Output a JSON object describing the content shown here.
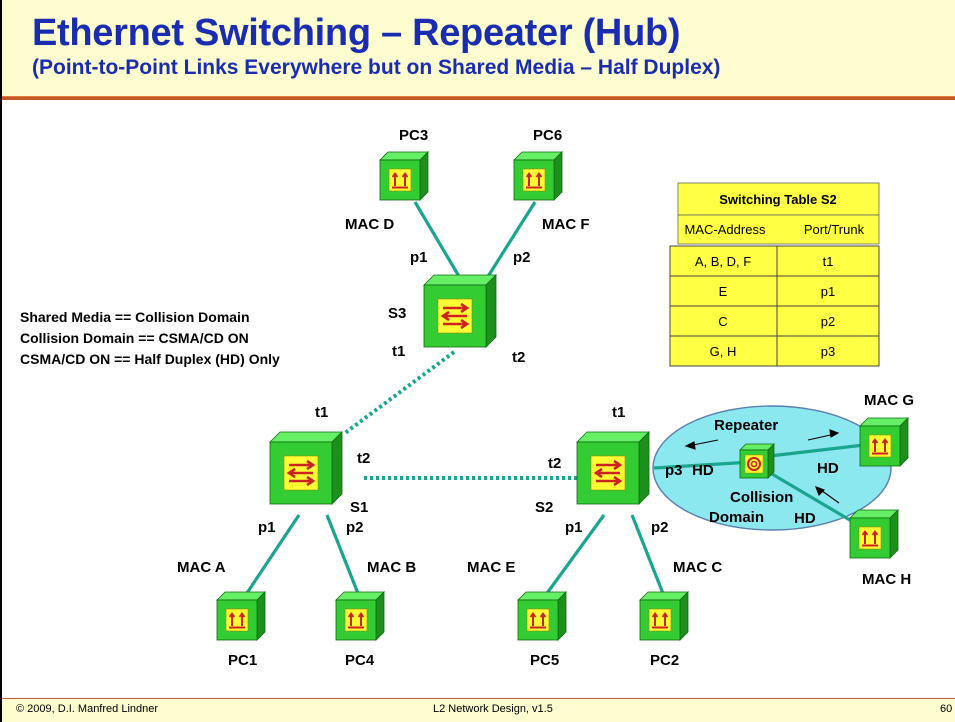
{
  "header": {
    "title": "Ethernet Switching – Repeater (Hub)",
    "subtitle": "(Point-to-Point Links Everywhere but on Shared Media – Half Duplex)"
  },
  "notes": [
    "Shared Media == Collision Domain",
    "Collision Domain == CSMA/CD ON",
    "CSMA/CD ON == Half Duplex (HD) Only"
  ],
  "pcs": {
    "pc3": {
      "name": "PC3",
      "mac": "MAC D"
    },
    "pc6": {
      "name": "PC6",
      "mac": "MAC F"
    },
    "pc1": {
      "name": "PC1",
      "mac": "MAC A"
    },
    "pc4": {
      "name": "PC4",
      "mac": "MAC B"
    },
    "pc5": {
      "name": "PC5",
      "mac": "MAC E"
    },
    "pc2": {
      "name": "PC2",
      "mac": "MAC C"
    },
    "hg": {
      "mac": "MAC G"
    },
    "hh": {
      "mac": "MAC H"
    }
  },
  "switches": {
    "s3": {
      "name": "S3",
      "p1": "p1",
      "p2": "p2",
      "t1": "t1",
      "t2": "t2"
    },
    "s1": {
      "name": "S1",
      "t1": "t1",
      "t2": "t2",
      "p1": "p1",
      "p2": "p2"
    },
    "s2": {
      "name": "S2",
      "t1": "t1",
      "t2": "t2",
      "p1": "p1",
      "p2": "p2",
      "p3": "p3"
    }
  },
  "repeater": {
    "label": "Repeater",
    "domain_line1": "Collision",
    "domain_line2": "Domain",
    "hd": "HD"
  },
  "switching_table": {
    "title": "Switching Table S2",
    "headers": [
      "MAC-Address",
      "Port/Trunk"
    ],
    "rows": [
      [
        "A, B, D, F",
        "t1"
      ],
      [
        "E",
        "p1"
      ],
      [
        "C",
        "p2"
      ],
      [
        "G, H",
        "p3"
      ]
    ]
  },
  "footer": {
    "copyright": "© 2009, D.I. Manfred Lindner",
    "course": "L2 Network Design, v1.5",
    "page": "60"
  },
  "colors": {
    "header_bg": "#fdfdd0",
    "title": "#1a2db0",
    "rule": "#c3592a",
    "link": "#1aa58f",
    "cube_front": "#33cc33",
    "cube_top": "#66ee66",
    "cube_side": "#1c8f1c",
    "face": "#ffff33",
    "arrow": "#cc2222",
    "ellipse": "#8ce8ef",
    "table_bg": "#ffff44"
  },
  "icons": [
    "switch-icon",
    "host-icon",
    "repeater-icon"
  ]
}
